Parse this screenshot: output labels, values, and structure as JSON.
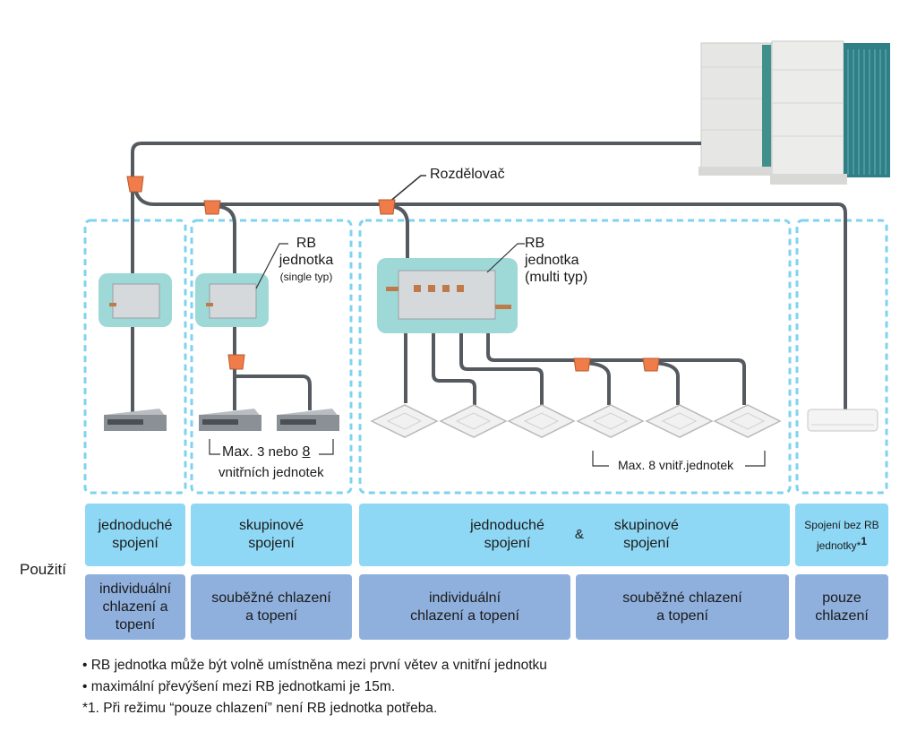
{
  "labels": {
    "splitter": "Rozdělovač",
    "rb_single": {
      "line1": "RB",
      "line2": "jednotka",
      "line3": "(single typ)"
    },
    "rb_multi": {
      "line1": "RB",
      "line2": "jednotka",
      "line3": "(multi typ)"
    },
    "max_group": {
      "prefix": "Max.",
      "value_a": "3 nebo",
      "value_b": "8",
      "line2": "vnitřních jednotek"
    },
    "max_multi": "Max. 8 vnitř.jednotek",
    "usage": "Použití"
  },
  "row1": {
    "c1": "jednoduché\nspojení",
    "c2": "skupinové\nspojení",
    "c3a": "jednoduché\nspojení",
    "c3amp": "&",
    "c3b": "skupinové\nspojení",
    "c4": "Spojení bez RB\njednotky*",
    "c4sup": "1"
  },
  "row2": {
    "c1": "individuální\nchlazení a\ntopení",
    "c2": "souběžné chlazení\na topení",
    "c3": "individuální\nchlazení a topení",
    "c4": "souběžné chlazení\na topení",
    "c5": "pouze\nchlazení"
  },
  "notes": [
    "• RB jednotka může být volně umístněna mezi první větev a vnitřní jednotku",
    "• maximální převýšení mezi RB jednotkami je 15m.",
    "*1. Při režimu “pouze chlazení” není RB jednotka potřeba."
  ],
  "colors": {
    "pipe": "#555a60",
    "dash": "#7fd3ef",
    "splitter": "#f07c4a",
    "rbbox": "#9ed9d8",
    "row1": "#8ed8f5",
    "row2": "#8fb0dd"
  }
}
